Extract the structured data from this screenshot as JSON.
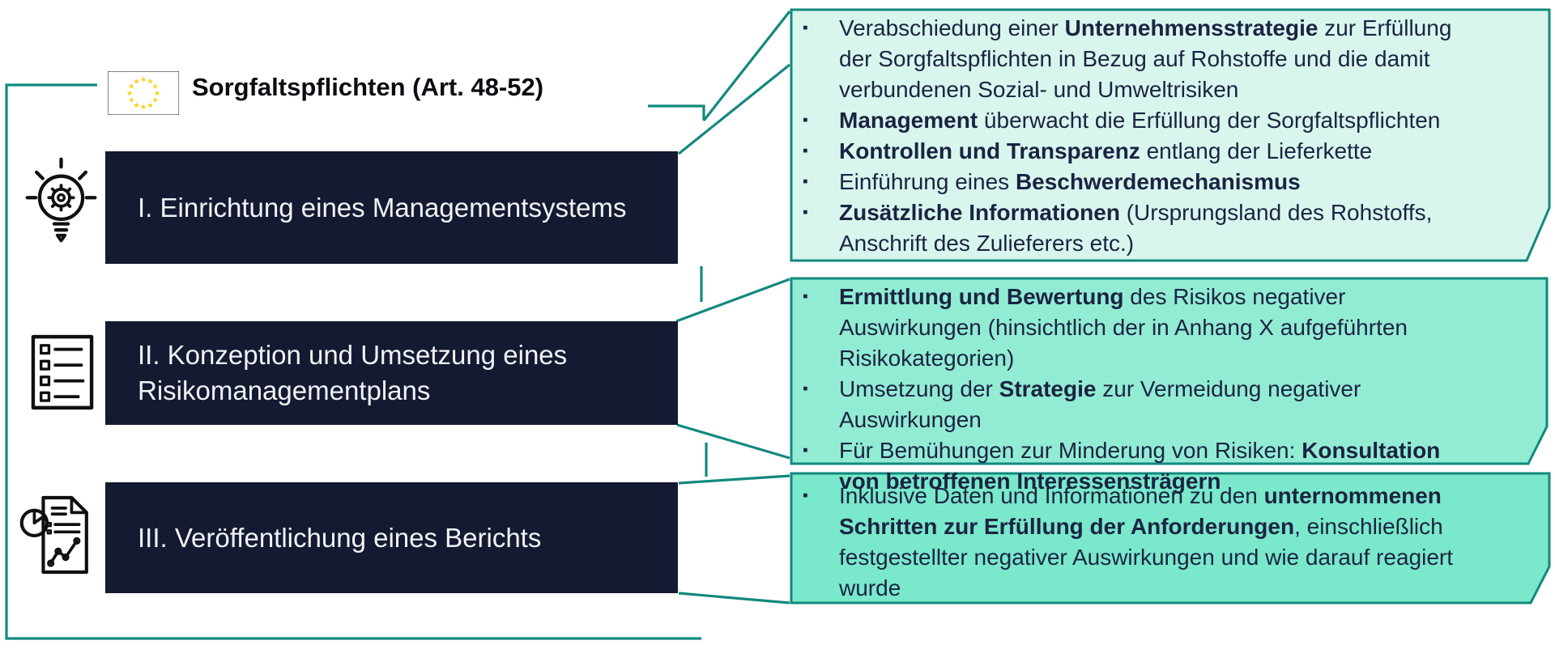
{
  "header": {
    "title": "Sorgfaltspflichten (Art. 48-52)"
  },
  "ui": {
    "bullet_marker": "▪"
  },
  "colors": {
    "teal_line": "#12897D",
    "dark_navy_box": "#141A31",
    "callout1_bg": "#D8F6ED",
    "callout2_bg": "#92ECD4",
    "callout3_bg": "#79E8CB",
    "text_navy": "#1B2342",
    "box_text": "#F2F3F6",
    "eu_blue": "#1E43B8",
    "eu_star_yellow": "#FFCC00"
  },
  "steps": [
    {
      "label": "I. Einrichtung eines Managementsystems"
    },
    {
      "label": "II. Konzeption und Umsetzung eines Risikomanagementplans"
    },
    {
      "label": "III. Veröffentlichung eines Berichts"
    }
  ],
  "callouts": [
    {
      "bullets": [
        [
          {
            "t": "Verabschiedung einer ",
            "b": false
          },
          {
            "t": "Unternehmensstrategie",
            "b": true
          },
          {
            "t": " zur Erfüllung der Sorgfaltspflichten in Bezug auf Rohstoffe und die damit verbundenen Sozial- und Umweltrisiken",
            "b": false
          }
        ],
        [
          {
            "t": "Management",
            "b": true
          },
          {
            "t": " überwacht die Erfüllung der Sorgfaltspflichten",
            "b": false
          }
        ],
        [
          {
            "t": "Kontrollen und Transparenz",
            "b": true
          },
          {
            "t": " entlang der Lieferkette",
            "b": false
          }
        ],
        [
          {
            "t": "Einführung eines ",
            "b": false
          },
          {
            "t": "Beschwerdemechanismus",
            "b": true
          }
        ],
        [
          {
            "t": "Zusätzliche Informationen",
            "b": true
          },
          {
            "t": " (Ursprungsland des Rohstoffs, Anschrift des Zulieferers etc.)",
            "b": false
          }
        ]
      ]
    },
    {
      "bullets": [
        [
          {
            "t": "Ermittlung und Bewertung",
            "b": true
          },
          {
            "t": " des Risikos negativer Auswirkungen (hinsichtlich der in Anhang X aufgeführten Risikokategorien)",
            "b": false
          }
        ],
        [
          {
            "t": "Umsetzung der ",
            "b": false
          },
          {
            "t": "Strategie",
            "b": true
          },
          {
            "t": " zur Vermeidung negativer Auswirkungen",
            "b": false
          }
        ],
        [
          {
            "t": "Für Bemühungen zur Minderung von Risiken: ",
            "b": false
          },
          {
            "t": "Konsultation von betroffenen Interessensträgern",
            "b": true
          }
        ]
      ]
    },
    {
      "bullets": [
        [
          {
            "t": "Inklusive Daten und Informationen zu den ",
            "b": false
          },
          {
            "t": "unternommenen Schritten zur Erfüllung der Anforderungen",
            "b": true
          },
          {
            "t": ", einschließlich festgestellter negativer Auswirkungen  und wie darauf reagiert wurde",
            "b": false
          }
        ]
      ]
    }
  ]
}
